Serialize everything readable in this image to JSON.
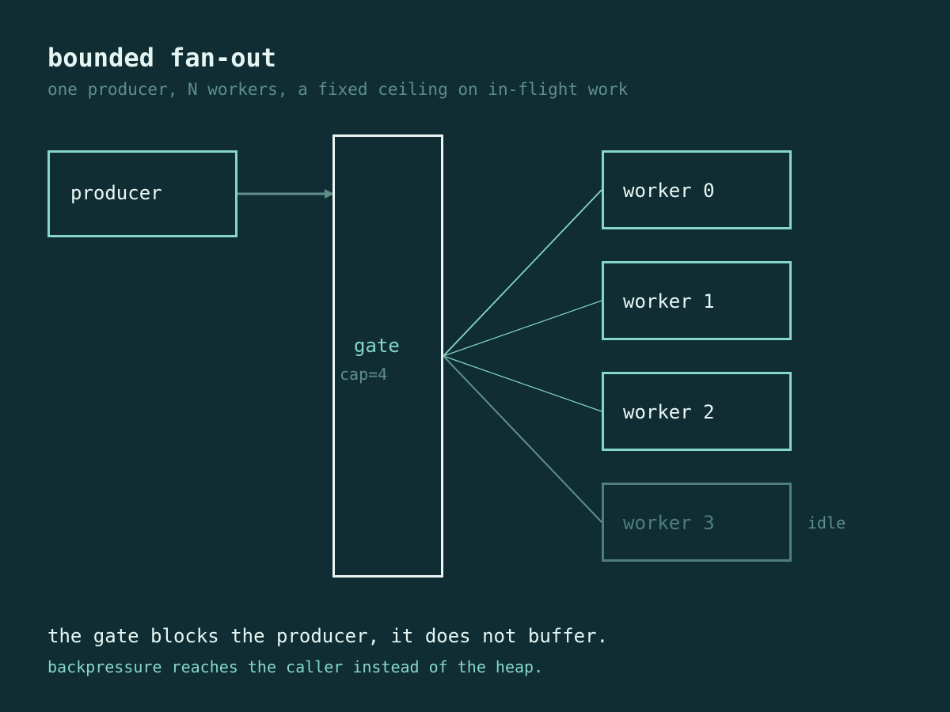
{
  "title": "bounded fan-out",
  "subtitle": "one producer, N workers, a fixed ceiling on in-flight work",
  "producer": {
    "label": "producer"
  },
  "gate": {
    "label": "gate",
    "capacity": "cap=4"
  },
  "workers": [
    {
      "label": "worker 0"
    },
    {
      "label": "worker 1"
    },
    {
      "label": "worker 2"
    },
    {
      "label": "worker 3",
      "status": "idle"
    }
  ],
  "footer": {
    "line1": "the gate blocks the producer, it does not buffer.",
    "line2": "backpressure reaches the caller instead of the heap."
  },
  "colors": {
    "background": "#0f2d33",
    "accent": "#86d6c9",
    "muted": "#5f8e8c",
    "text": "#e4f5f2",
    "idle": "#4f7e7e"
  }
}
